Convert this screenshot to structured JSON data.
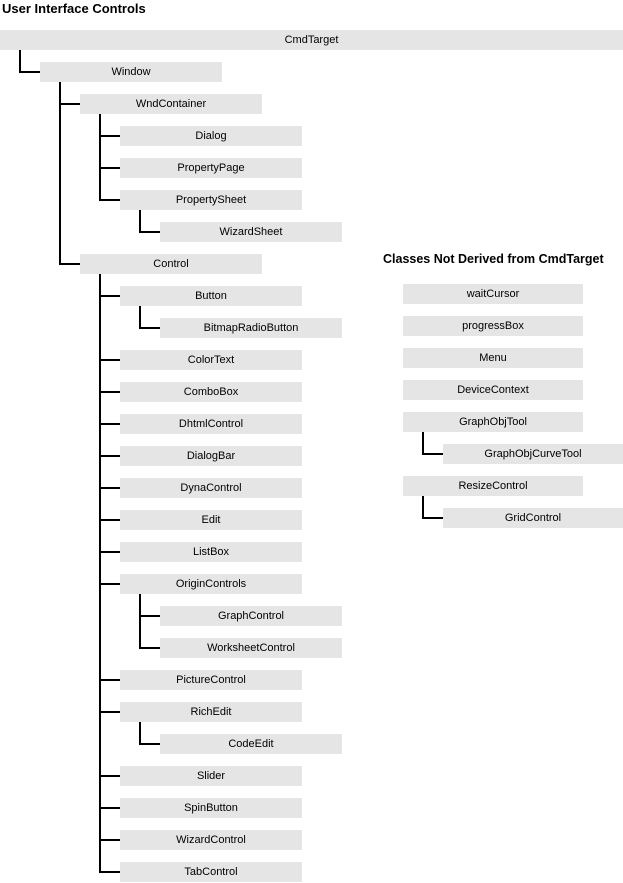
{
  "page_title": "User Interface Controls",
  "colors": {
    "box_fill": "#e5e5e5",
    "line": "#000000",
    "text": "#000000",
    "background": "#ffffff"
  },
  "main_tree": {
    "label": "CmdTarget",
    "children": [
      {
        "label": "Window",
        "children": [
          {
            "label": "WndContainer",
            "children": [
              {
                "label": "Dialog"
              },
              {
                "label": "PropertyPage"
              },
              {
                "label": "PropertySheet",
                "children": [
                  {
                    "label": "WizardSheet"
                  }
                ]
              }
            ]
          },
          {
            "label": "Control",
            "children": [
              {
                "label": "Button",
                "children": [
                  {
                    "label": "BitmapRadioButton"
                  }
                ]
              },
              {
                "label": "ColorText"
              },
              {
                "label": "ComboBox"
              },
              {
                "label": "DhtmlControl"
              },
              {
                "label": "DialogBar"
              },
              {
                "label": "DynaControl"
              },
              {
                "label": "Edit"
              },
              {
                "label": "ListBox"
              },
              {
                "label": "OriginControls",
                "children": [
                  {
                    "label": "GraphControl"
                  },
                  {
                    "label": "WorksheetControl"
                  }
                ]
              },
              {
                "label": "PictureControl"
              },
              {
                "label": "RichEdit",
                "children": [
                  {
                    "label": "CodeEdit"
                  }
                ]
              },
              {
                "label": "Slider"
              },
              {
                "label": "SpinButton"
              },
              {
                "label": "WizardControl"
              },
              {
                "label": "TabControl"
              }
            ]
          }
        ]
      }
    ]
  },
  "right_section": {
    "heading": "Classes Not Derived from CmdTarget",
    "trees": [
      {
        "label": "waitCursor"
      },
      {
        "label": "progressBox"
      },
      {
        "label": "Menu"
      },
      {
        "label": "DeviceContext"
      },
      {
        "label": "GraphObjTool",
        "children": [
          {
            "label": "GraphObjCurveTool"
          }
        ]
      },
      {
        "label": "ResizeControl",
        "children": [
          {
            "label": "GridControl"
          }
        ]
      }
    ]
  }
}
